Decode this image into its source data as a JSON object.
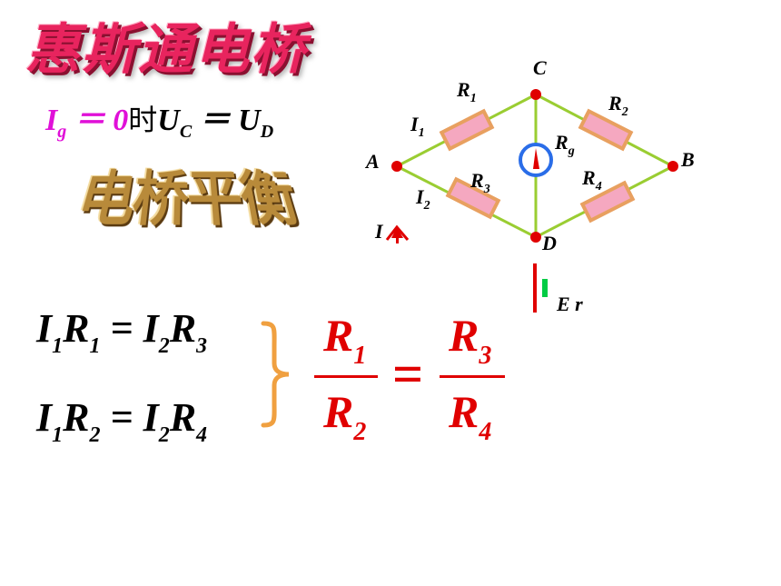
{
  "title": "惠斯通电桥",
  "condition": {
    "lhs_var": "I",
    "lhs_sub": "g",
    "lhs_rest": "＝ 0",
    "zh_when": "时",
    "u": "U",
    "sub_c": "C",
    "equals": "＝",
    "sub_d": "D"
  },
  "balance_label": "电桥平衡",
  "equations": {
    "eq1": {
      "i1": "I",
      "s1": "1",
      "r1": "R",
      "s2": "1",
      "eq": "=",
      "i2": "I",
      "s3": "2",
      "r2": "R",
      "s4": "3"
    },
    "eq2": {
      "i1": "I",
      "s1": "1",
      "r1": "R",
      "s2": "2",
      "eq": "=",
      "i2": "I",
      "s3": "2",
      "r2": "R",
      "s4": "4"
    }
  },
  "result": {
    "num1": "R",
    "num1_sub": "1",
    "den1": "R",
    "den1_sub": "2",
    "equals": "=",
    "num2": "R",
    "num2_sub": "3",
    "den2": "R",
    "den2_sub": "4"
  },
  "circuit": {
    "node_a": "A",
    "node_b": "B",
    "node_c": "C",
    "node_d": "D",
    "r1": "R",
    "r1_sub": "1",
    "r2": "R",
    "r2_sub": "2",
    "r3": "R",
    "r3_sub": "3",
    "r4": "R",
    "r4_sub": "4",
    "rg": "R",
    "rg_sub": "g",
    "i1": "I",
    "i1_sub": "1",
    "i2": "I",
    "i2_sub": "2",
    "i_total": "I",
    "source": "E r",
    "colors": {
      "wire": "#9acd32",
      "resistor_fill": "#f5a8c0",
      "resistor_border": "#e8a060",
      "node": "#e00000",
      "galvanometer": "#2a6de8"
    }
  }
}
